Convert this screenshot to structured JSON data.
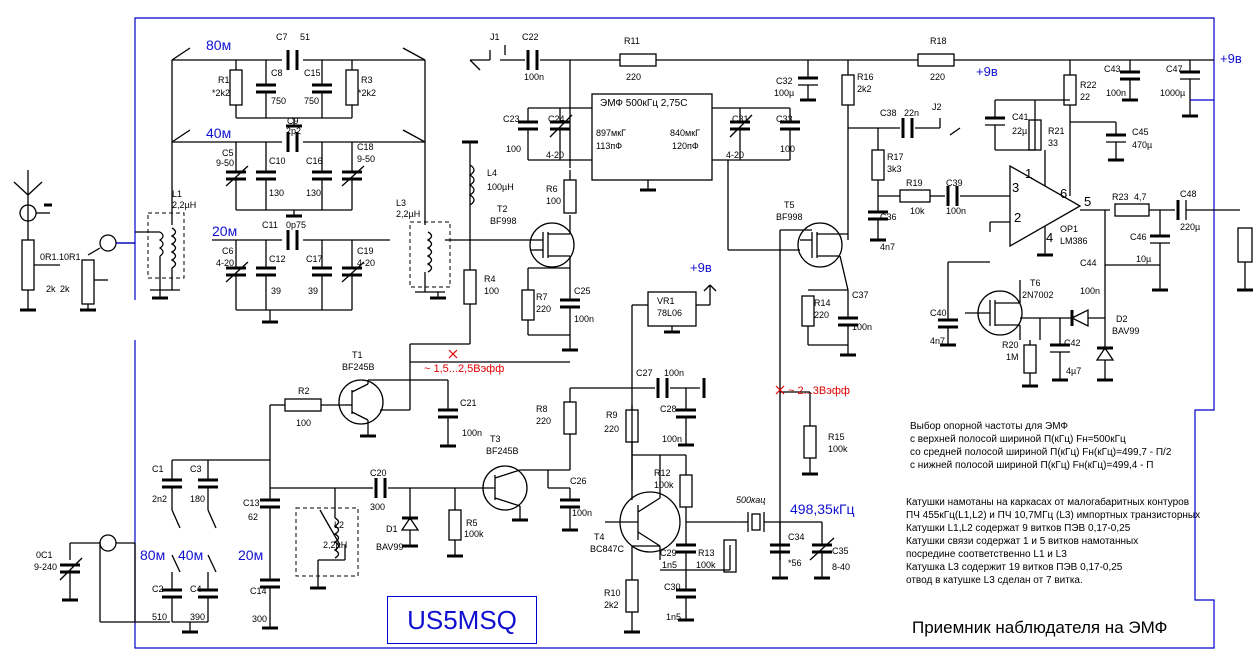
{
  "band_labels": {
    "b80": "80м",
    "b40": "40м",
    "b20": "20м",
    "sw80": "80м",
    "sw40": "40м",
    "sw20": "20м"
  },
  "filter": {
    "title": "ЭМФ 500кГц 2,75С",
    "in_l": "897мкГ",
    "in_c": "113пФ",
    "out_l": "840мкГ",
    "out_c": "120пФ"
  },
  "power": {
    "rail": "+9в",
    "tap": "+9в",
    "reg": "+9в"
  },
  "measurements": {
    "v1": "~ 1,5...2,5Вэфф",
    "v2": "~ 2...3Вэфф",
    "freq": "498,35кГц",
    "xtal": "500кац"
  },
  "components": {
    "C7": "C7",
    "C7v": "51",
    "R1": "R1",
    "R1v": "*2k2",
    "C8": "C8",
    "C8v": "750",
    "C15": "C15",
    "C15v": "750",
    "R3": "R3",
    "R3v": "*2k2",
    "C9": "C9",
    "C9v": "2p2",
    "C5": "C5",
    "C5v": "9-50",
    "C10": "C10",
    "C10v": "130",
    "C16": "C16",
    "C16v": "130",
    "C18": "C18",
    "C18v": "9-50",
    "C11": "C11",
    "C11v": "0p75",
    "C6": "C6",
    "C6v": "4-20",
    "C12": "C12",
    "C12v": "39",
    "C17": "C17",
    "C17v": "39",
    "C19": "C19",
    "C19v": "4-20",
    "L1": "L1",
    "L1v": "2,2µH",
    "L3": "L3",
    "L3v": "2,2µH",
    "L2": "L2",
    "L2v": "2,2µH",
    "L4": "L4",
    "L4v": "100µH",
    "R0": "0R1.1",
    "R0b": "0R1",
    "R0v": "2k",
    "R0vb": "2k",
    "J1": "J1",
    "J2": "J2",
    "C22": "C22",
    "C22v": "100n",
    "R11": "R11",
    "R11v": "220",
    "R18": "R18",
    "R18v": "220",
    "C23": "C23",
    "C23v": "100",
    "C24": "C24",
    "C24v": "4-20",
    "C31": "C31",
    "C31v": "4-20",
    "C33": "C33",
    "C33v": "100",
    "C32": "C32",
    "C32v": "100µ",
    "R16": "R16",
    "R16v": "2k2",
    "C43": "C43",
    "C43v": "100n",
    "C47": "C47",
    "C47v": "1000µ",
    "R22": "R22",
    "R22v": "22",
    "C41": "C41",
    "C41v": "22µ",
    "R21": "R21",
    "R21v": "33",
    "C45": "C45",
    "C45v": "470µ",
    "C38": "C38",
    "C38v": "22n",
    "R17": "R17",
    "R17v": "3k3",
    "R19": "R19",
    "R19v": "10k",
    "C39": "C39",
    "C39v": "100n",
    "C36": "C36",
    "C36v": "4n7",
    "R6": "R6",
    "R6v": "100",
    "T2": "T2",
    "T2v": "BF998",
    "T5": "T5",
    "T5v": "BF998",
    "OP1": "OP1",
    "OP1v": "LM386",
    "op_p1": "1",
    "op_p2": "2",
    "op_p3": "3",
    "op_p4": "4",
    "op_p5": "5",
    "op_p6": "6",
    "R23": "R23",
    "R23v": "4,7",
    "C48": "C48",
    "C48v": "220µ",
    "C46": "C46",
    "C46v": "10µ",
    "C44": "C44",
    "C44v": "100n",
    "T6": "T6",
    "T6v": "2N7002",
    "D2": "D2",
    "D2v": "BAV99",
    "C40": "C40",
    "C40v": "4n7",
    "R20": "R20",
    "R20v": "1M",
    "C42": "C42",
    "C42v": "4µ7",
    "R4": "R4",
    "R4v": "100",
    "R7": "R7",
    "R7v": "220",
    "C25": "C25",
    "C25v": "100n",
    "VR1": "VR1",
    "VR1v": "78L06",
    "R14": "R14",
    "R14v": "220",
    "C37": "C37",
    "C37v": "100n",
    "T1": "T1",
    "T1v": "BF245B",
    "R2": "R2",
    "R2v": "100",
    "C21": "C21",
    "C21v": "100n",
    "C27": "C27",
    "C27v": "100n",
    "R8": "R8",
    "R8v": "220",
    "R9": "R9",
    "R9v": "220",
    "C28": "C28",
    "C28v": "100n",
    "R15": "R15",
    "R15v": "100k",
    "T3": "T3",
    "T3v": "BF245B",
    "C20": "C20",
    "C20v": "300",
    "D1": "D1",
    "D1v": "BAV99",
    "R5": "R5",
    "R5v": "100k",
    "C26": "C26",
    "C26v": "100n",
    "R12": "R12",
    "R12v": "100k",
    "T4": "T4",
    "T4v": "BC847C",
    "C29": "C29",
    "C29v": "1n5",
    "R13": "R13",
    "R13v": "100k",
    "C30": "C30",
    "C30v": "1n5",
    "R10": "R10",
    "R10v": "2k2",
    "C34": "C34",
    "C34v": "*56",
    "C35": "C35",
    "C35v": "8-40",
    "C1": "C1",
    "C1v": "2n2",
    "C3": "C3",
    "C3v": "180",
    "C13": "C13",
    "C13v": "62",
    "C2": "C2",
    "C2v": "510",
    "C4": "C4",
    "C4v": "390",
    "C14": "C14",
    "C14v": "300",
    "OC1": "0C1",
    "OC1v": "9-240"
  },
  "notes": [
    "Выбор опорной частоты для ЭМФ",
    "с верхней полосой шириной П(кГц)  Fн=500кГц",
    "со средней полосой шириной П(кГц) Fн(кГц)=499,7 - П/2",
    "с нижней полосой шириной П(кГц)    Fн(кГц)=499,4 - П",
    "",
    "Катушки намотаны на каркасах от малогабаритных контуров",
    " ПЧ 455кГц(L1,L2) и ПЧ 10,7МГц (L3) импортных транзисторных",
    " Катушки L1,L2 содержат 9 витков ПЭВ 0,17-0,25",
    " Катушки связи содержат 1 и 5 витков намотанных",
    " посредине соответственно L1 и L3",
    "Катушка L3 содержит 19 витков ПЭВ 0,17-0,25",
    " отвод в катушке L3 сделан от 7 витка."
  ],
  "brand": "US5MSQ",
  "title": "Приемник наблюдателя на ЭМФ"
}
